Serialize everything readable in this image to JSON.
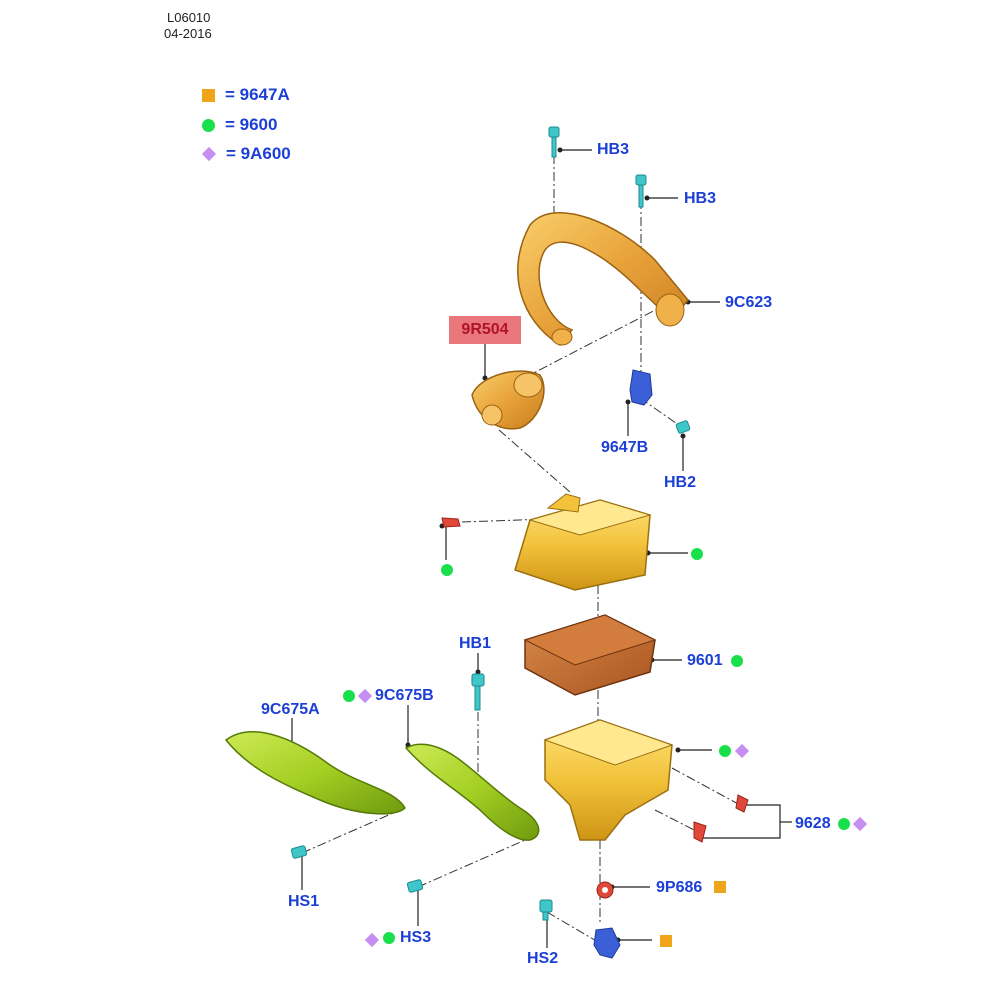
{
  "header": {
    "figure_id": "L06010",
    "date": "04-2016"
  },
  "legend": [
    {
      "symbol": "square",
      "color": "#efa41a",
      "code": "= 9647A"
    },
    {
      "symbol": "circle",
      "color": "#19e04a",
      "code": "= 9600"
    },
    {
      "symbol": "diamond",
      "color": "#c58ef0",
      "code": "= 9A600"
    }
  ],
  "callouts": {
    "hb3_top": "HB3",
    "hb3_second": "HB3",
    "c623": "9C623",
    "r504": "9R504",
    "p647b": "9647B",
    "hb2": "HB2",
    "p601": "9601",
    "hb1": "HB1",
    "c675a": "9C675A",
    "c675b": "9C675B",
    "p628": "9628",
    "p686": "9P686",
    "hs1": "HS1",
    "hs3": "HS3",
    "hs2": "HS2"
  },
  "highlight": {
    "part": "9R504",
    "color": "#e9777b"
  },
  "colors": {
    "label": "#1c3fd6",
    "leader": "#333333",
    "fastener": "#3fc6c8",
    "bracket": "#3b5fd6",
    "clip": "#e0483a"
  }
}
